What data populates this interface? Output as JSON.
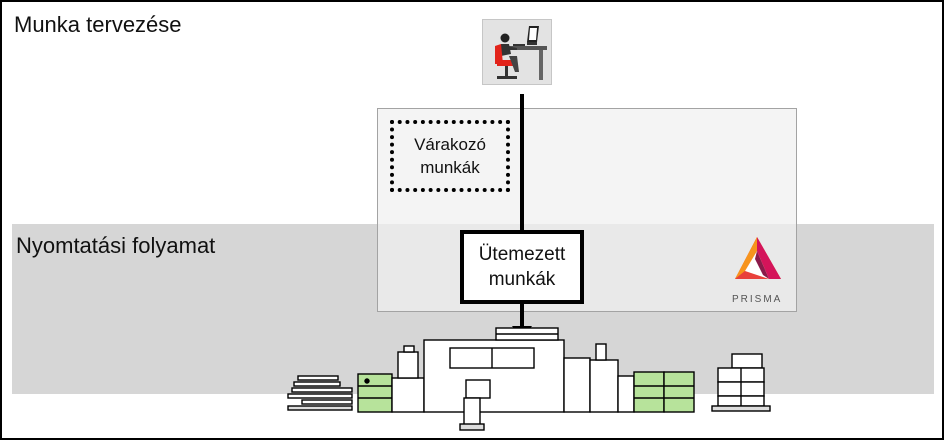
{
  "diagram": {
    "planning_label": "Munka tervezése",
    "printing_label": "Nyomtatási folyamat",
    "waiting_jobs": {
      "line1": "Várakozó",
      "line2": "munkák"
    },
    "scheduled_jobs": {
      "line1": "Ütemezett",
      "line2": "munkák"
    },
    "brand": {
      "name": "PRISMA",
      "colors": [
        "#d4145a",
        "#e8413c",
        "#f15a29",
        "#f7941d",
        "#8b1a4a"
      ]
    },
    "icons": [
      "workstation-icon",
      "prisma-logo",
      "printer-icon",
      "paper-stack-icon",
      "boxes-icon"
    ],
    "colors": {
      "band": "#d6d6d6",
      "module_green": "#b7e39b",
      "arrow": "#000000"
    }
  }
}
